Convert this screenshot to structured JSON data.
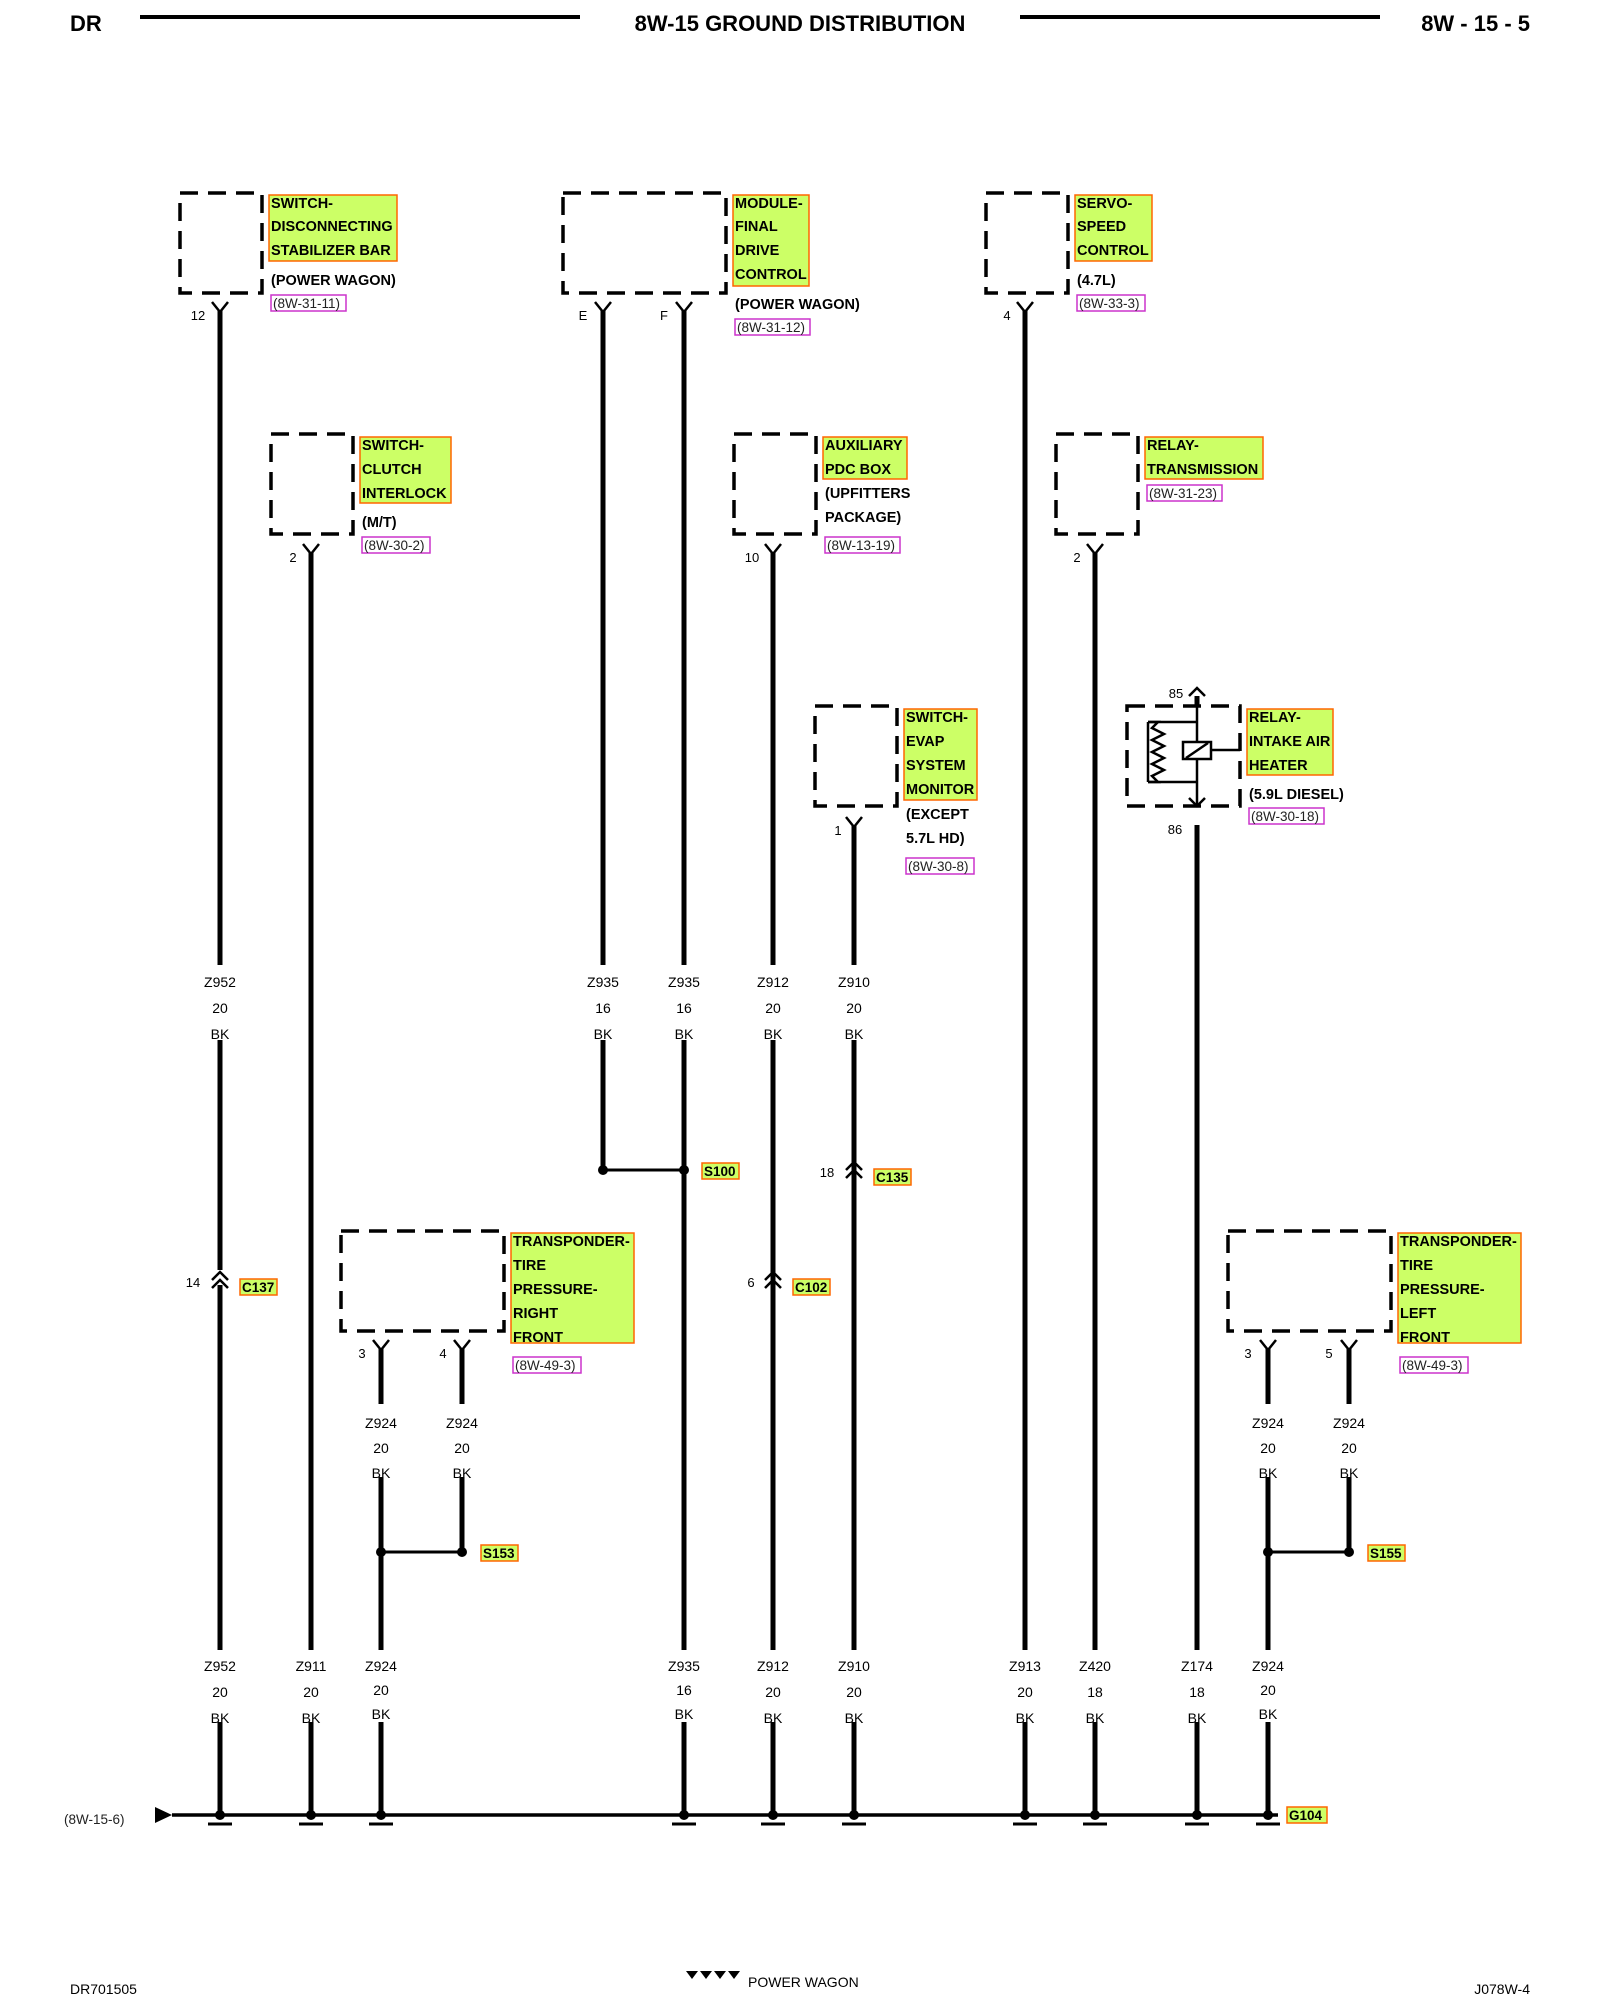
{
  "header": {
    "left": "DR",
    "title": "8W-15 GROUND DISTRIBUTION",
    "page": "8W - 15 - 5"
  },
  "components": [
    {
      "id": "switch-disconnecting-stabilizer-bar",
      "name": [
        "SWITCH-",
        "DISCONNECTING",
        "STABILIZER BAR"
      ],
      "notes": [
        "(POWER WAGON)"
      ],
      "ref": "(8W-31-11)",
      "pins": [
        "12"
      ]
    },
    {
      "id": "module-final-drive-control",
      "name": [
        "MODULE-",
        "FINAL",
        "DRIVE",
        "CONTROL"
      ],
      "notes": [
        "(POWER WAGON)"
      ],
      "ref": "(8W-31-12)",
      "pins": [
        "E",
        "F"
      ]
    },
    {
      "id": "servo-speed-control",
      "name": [
        "SERVO-",
        "SPEED",
        "CONTROL"
      ],
      "notes": [
        "(4.7L)"
      ],
      "ref": "(8W-33-3)",
      "pins": [
        "4"
      ]
    },
    {
      "id": "switch-clutch-interlock",
      "name": [
        "SWITCH-",
        "CLUTCH",
        "INTERLOCK"
      ],
      "notes": [
        "(M/T)"
      ],
      "ref": "(8W-30-2)",
      "pins": [
        "2"
      ]
    },
    {
      "id": "auxiliary-pdc-box",
      "name": [
        "AUXILIARY",
        "PDC BOX"
      ],
      "notes": [
        "(UPFITTERS",
        "PACKAGE)"
      ],
      "ref": "(8W-13-19)",
      "pins": [
        "10"
      ]
    },
    {
      "id": "relay-transmission",
      "name": [
        "RELAY-",
        "TRANSMISSION"
      ],
      "notes": [],
      "ref": "(8W-31-23)",
      "pins": [
        "2"
      ]
    },
    {
      "id": "switch-evap-system-monitor",
      "name": [
        "SWITCH-",
        "EVAP",
        "SYSTEM",
        "MONITOR"
      ],
      "notes": [
        "(EXCEPT",
        "5.7L HD)"
      ],
      "ref": "(8W-30-8)",
      "pins": [
        "1"
      ]
    },
    {
      "id": "relay-intake-air-heater",
      "name": [
        "RELAY-",
        "INTAKE AIR",
        "HEATER"
      ],
      "notes": [
        "(5.9L DIESEL)"
      ],
      "ref": "(8W-30-18)",
      "pins": [
        "85",
        "86"
      ]
    },
    {
      "id": "transponder-tire-pressure-right-front",
      "name": [
        "TRANSPONDER-",
        "TIRE",
        "PRESSURE-",
        "RIGHT",
        "FRONT"
      ],
      "notes": [],
      "ref": "(8W-49-3)",
      "pins": [
        "3",
        "4"
      ]
    },
    {
      "id": "transponder-tire-pressure-left-front",
      "name": [
        "TRANSPONDER-",
        "TIRE",
        "PRESSURE-",
        "LEFT",
        "FRONT"
      ],
      "notes": [],
      "ref": "(8W-49-3)",
      "pins": [
        "3",
        "5"
      ]
    }
  ],
  "wire_labels_mid": [
    {
      "circuit": "Z952",
      "gauge": "20",
      "color": "BK"
    },
    {
      "circuit": "Z935",
      "gauge": "16",
      "color": "BK"
    },
    {
      "circuit": "Z935",
      "gauge": "16",
      "color": "BK"
    },
    {
      "circuit": "Z912",
      "gauge": "20",
      "color": "BK"
    },
    {
      "circuit": "Z910",
      "gauge": "20",
      "color": "BK"
    },
    {
      "circuit": "Z924",
      "gauge": "20",
      "color": "BK"
    },
    {
      "circuit": "Z924",
      "gauge": "20",
      "color": "BK"
    },
    {
      "circuit": "Z924",
      "gauge": "20",
      "color": "BK"
    },
    {
      "circuit": "Z924",
      "gauge": "20",
      "color": "BK"
    }
  ],
  "wire_labels_bottom": [
    {
      "circuit": "Z952",
      "gauge": "20",
      "color": "BK"
    },
    {
      "circuit": "Z911",
      "gauge": "20",
      "color": "BK"
    },
    {
      "circuit": "Z924",
      "gauge": "20",
      "color": "BK"
    },
    {
      "circuit": "Z935",
      "gauge": "16",
      "color": "BK"
    },
    {
      "circuit": "Z912",
      "gauge": "20",
      "color": "BK"
    },
    {
      "circuit": "Z910",
      "gauge": "20",
      "color": "BK"
    },
    {
      "circuit": "Z913",
      "gauge": "20",
      "color": "BK"
    },
    {
      "circuit": "Z420",
      "gauge": "18",
      "color": "BK"
    },
    {
      "circuit": "Z174",
      "gauge": "18",
      "color": "BK"
    },
    {
      "circuit": "Z924",
      "gauge": "20",
      "color": "BK"
    }
  ],
  "connectors": [
    {
      "name": "C137",
      "pin": "14"
    },
    {
      "name": "C102",
      "pin": "6"
    },
    {
      "name": "C135",
      "pin": "18"
    }
  ],
  "splices": [
    "S100",
    "S153",
    "S155"
  ],
  "ground": "G104",
  "bus_ref": "(8W-15-6)",
  "footer": {
    "left": "DR701505",
    "center": "POWER WAGON",
    "right": "J078W-4"
  },
  "colors": {
    "label_fill": "#ccff66",
    "label_border": "#ff6600",
    "ref_border": "#cc33cc",
    "line": "#000000"
  }
}
